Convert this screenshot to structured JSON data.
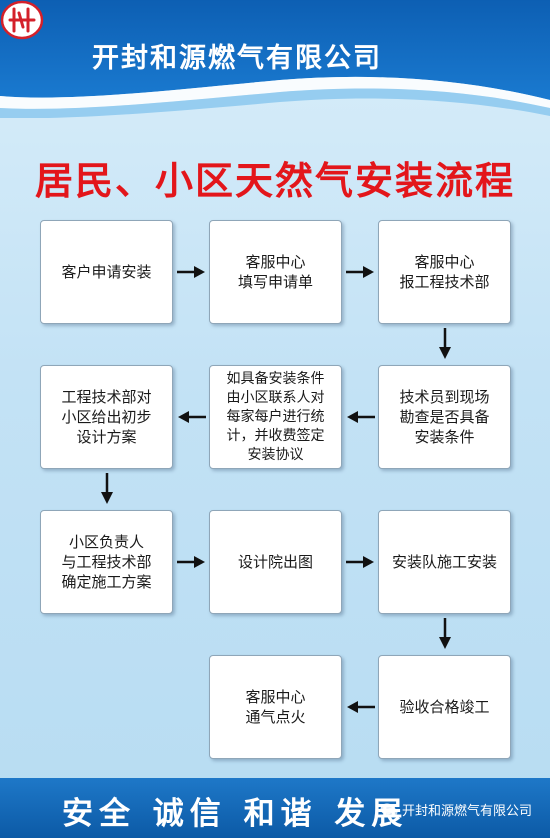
{
  "header": {
    "company_name": "开封和源燃气有限公司",
    "colors": {
      "brand_blue": "#1263b8",
      "logo_red": "#d4202a"
    }
  },
  "title": "居民、小区天然气安装流程",
  "steps": [
    {
      "id": "s1",
      "text": "客户申请安装"
    },
    {
      "id": "s2",
      "text": "客服中心\n填写申请单"
    },
    {
      "id": "s3",
      "text": "客服中心\n报工程技术部"
    },
    {
      "id": "s4",
      "text": "技术员到现场\n勘查是否具备\n安装条件"
    },
    {
      "id": "s5",
      "text": "如具备安装条件\n由小区联系人对\n每家每户进行统\n计，并收费签定\n安装协议"
    },
    {
      "id": "s6",
      "text": "工程技术部对\n小区给出初步\n设计方案"
    },
    {
      "id": "s7",
      "text": "小区负责人\n与工程技术部\n确定施工方案"
    },
    {
      "id": "s8",
      "text": "设计院出图"
    },
    {
      "id": "s9",
      "text": "安装队施工安装"
    },
    {
      "id": "s10",
      "text": "验收合格竣工"
    },
    {
      "id": "s11",
      "text": "客服中心\n通气点火"
    }
  ],
  "footer": {
    "slogan": "安全 诚信 和谐 发展",
    "watermark": "开封和源燃气有限公司"
  }
}
